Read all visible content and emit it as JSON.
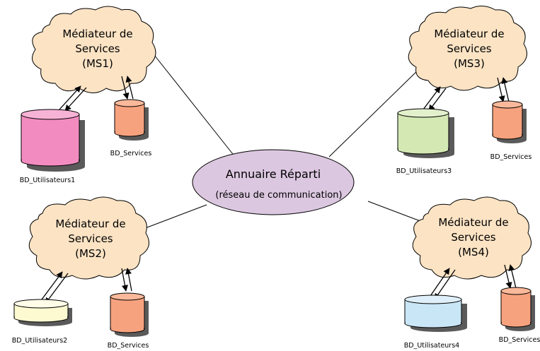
{
  "hub": {
    "title": "Annuaire Réparti",
    "subtitle": "(réseau de communication)",
    "color": "#dcc7e0"
  },
  "mediators": {
    "ms1": {
      "line1": "Médiateur de",
      "line2": "Services",
      "line3": "(MS1)"
    },
    "ms2": {
      "line1": "Médiateur de",
      "line2": "Services",
      "line3": "(MS2)"
    },
    "ms3": {
      "line1": "Médiateur de",
      "line2": "Services",
      "line3": "(MS3)"
    },
    "ms4": {
      "line1": "Médiateur de",
      "line2": "Services",
      "line3": "(MS4)"
    }
  },
  "databases": {
    "users1": {
      "label": "BD_Utilisateurs1",
      "color": "#f28cc0"
    },
    "services1": {
      "label": "BD_Services",
      "color": "#f7a27e"
    },
    "users2": {
      "label": "BD_Utilisateurs2",
      "color": "#fdf9d0"
    },
    "services2": {
      "label": "BD_Services",
      "color": "#f7a27e"
    },
    "users3": {
      "label": "BD_Utilisateurs3",
      "color": "#d4e8b4"
    },
    "services3": {
      "label": "BD_Services",
      "color": "#f7a27e"
    },
    "users4": {
      "label": "BD_Utilisateurs4",
      "color": "#c9e6f6"
    },
    "services4": {
      "label": "BD_Services",
      "color": "#f7a27e"
    }
  },
  "cloud_color": "#fbe3c4"
}
